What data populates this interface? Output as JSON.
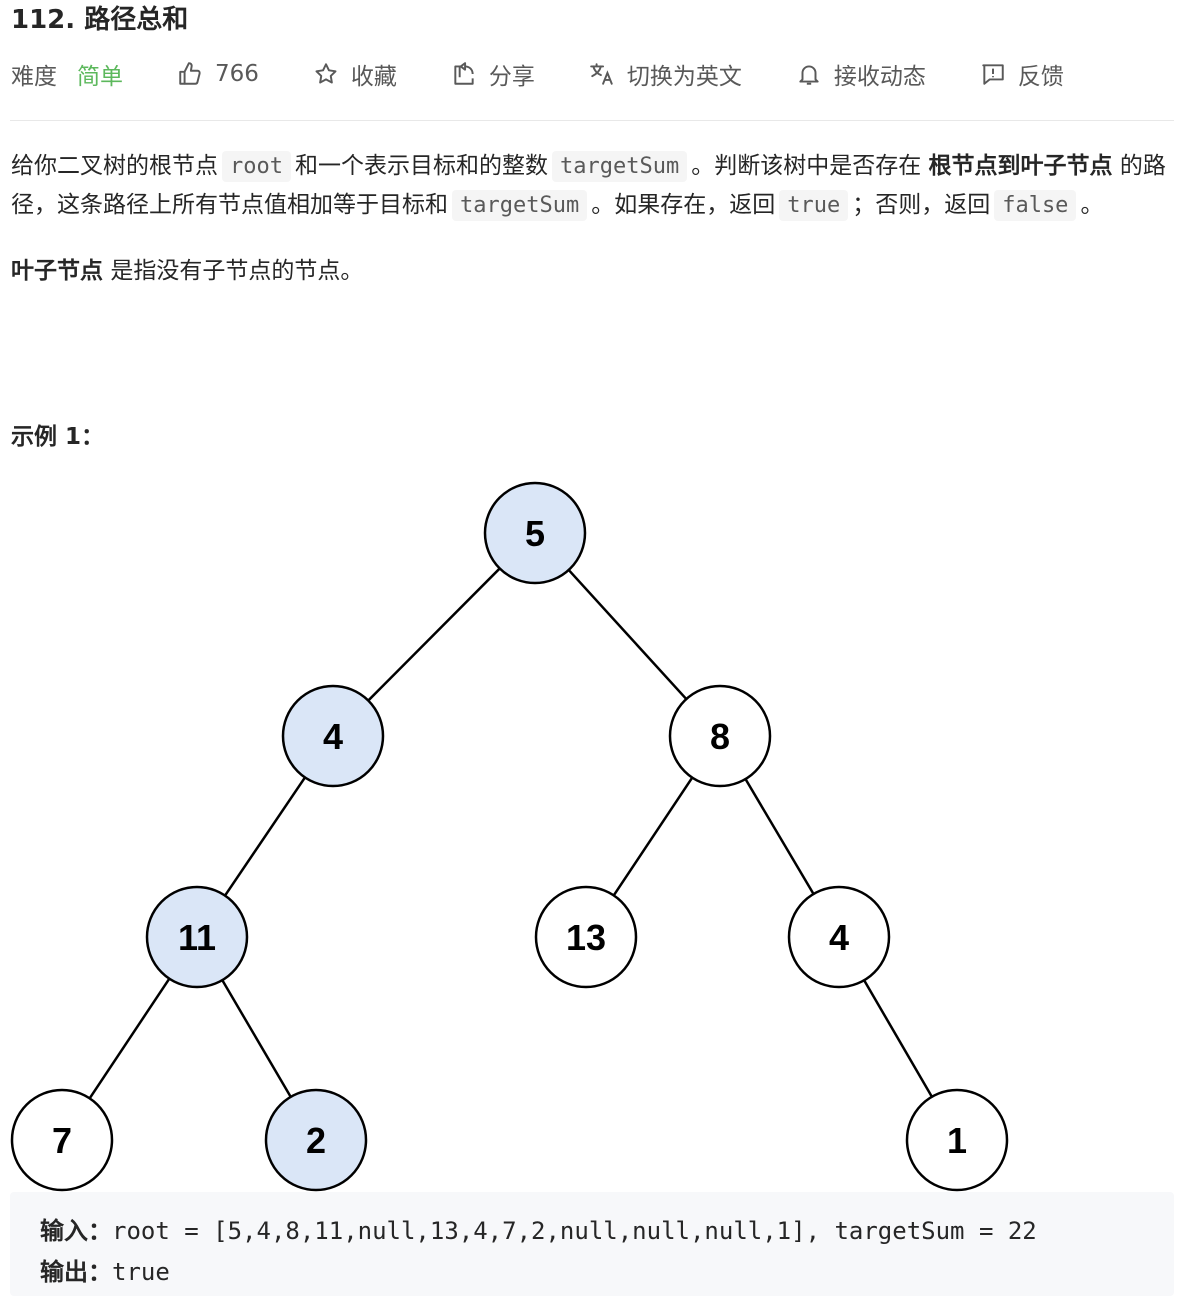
{
  "problem": {
    "title": "112. 路径总和",
    "difficulty_label": "难度",
    "difficulty_value": "简单",
    "difficulty_color": "#5cb85c"
  },
  "actions": {
    "likes": "766",
    "favorite": "收藏",
    "share": "分享",
    "switch_language": "切换为英文",
    "subscribe": "接收动态",
    "feedback": "反馈"
  },
  "description": {
    "p1_a": "给你二叉树的根节点",
    "p1_code1": "root",
    "p1_b": "和一个表示目标和的整数",
    "p1_code2": "targetSum",
    "p1_c": "。判断该树中是否存在",
    "p1_bold": "根节点到叶子节点",
    "p1_d": "的路径，这条路径上所有节点值相加等于目标和",
    "p1_code3": "targetSum",
    "p1_e": "。如果存在，返回",
    "p1_code4": "true",
    "p1_f": "；否则，返回",
    "p1_code5": "false",
    "p1_g": "。",
    "p2_bold": "叶子节点",
    "p2_text": "是指没有子节点的节点。"
  },
  "example": {
    "title": "示例 1：",
    "input_label": "输入：",
    "input_value": "root = [5,4,8,11,null,13,4,7,2,null,null,null,1], targetSum = 22",
    "output_label": "输出：",
    "output_value": "true"
  },
  "tree": {
    "highlight_color": "#dae6f7",
    "node_color": "#ffffff",
    "nodes": [
      {
        "id": "n5",
        "label": "5",
        "on_path": true
      },
      {
        "id": "n4",
        "label": "4",
        "on_path": true
      },
      {
        "id": "n8",
        "label": "8",
        "on_path": false
      },
      {
        "id": "n11",
        "label": "11",
        "on_path": true
      },
      {
        "id": "n13",
        "label": "13",
        "on_path": false
      },
      {
        "id": "n4b",
        "label": "4",
        "on_path": false
      },
      {
        "id": "n7",
        "label": "7",
        "on_path": false
      },
      {
        "id": "n2",
        "label": "2",
        "on_path": true
      },
      {
        "id": "n1",
        "label": "1",
        "on_path": false
      }
    ],
    "edges": [
      [
        "n5",
        "n4"
      ],
      [
        "n5",
        "n8"
      ],
      [
        "n4",
        "n11"
      ],
      [
        "n8",
        "n13"
      ],
      [
        "n8",
        "n4b"
      ],
      [
        "n11",
        "n7"
      ],
      [
        "n11",
        "n2"
      ],
      [
        "n4b",
        "n1"
      ]
    ]
  }
}
